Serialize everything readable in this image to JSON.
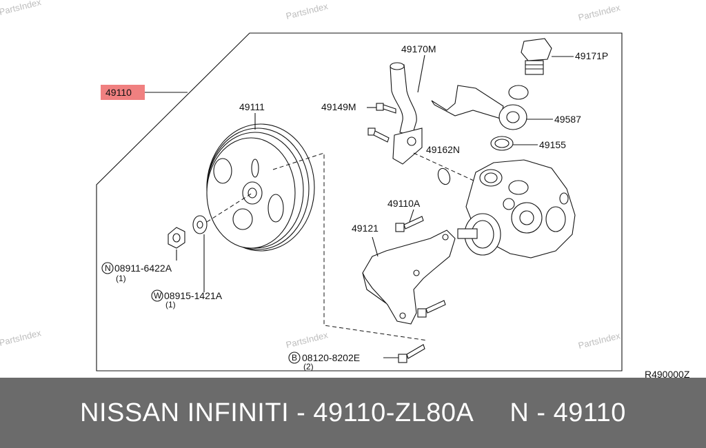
{
  "diagram": {
    "watermark": "PartsIndex",
    "highlight_color": "#f08080",
    "parts": {
      "assembly": "49110",
      "pulley": "49111",
      "tube": "49170M",
      "tube_bolt": "49149M",
      "fitting": "49171P",
      "banjo": "49587",
      "seal": "49155",
      "oring": "49162N",
      "bracket_bolt": "49110A",
      "bracket": "49121",
      "nut": "08911-6422A",
      "nut_prefix": "N",
      "nut_qty": "(1)",
      "washer": "08915-1421A",
      "washer_prefix": "W",
      "washer_qty": "(1)",
      "bolt": "08120-8202E",
      "bolt_prefix": "B",
      "bolt_qty": "(2)"
    },
    "ref_code": "R490000Z"
  },
  "footer": {
    "brand": "NISSAN INFINITI - ",
    "part_number": "49110-ZL80A",
    "short_ref": "N - 49110"
  }
}
